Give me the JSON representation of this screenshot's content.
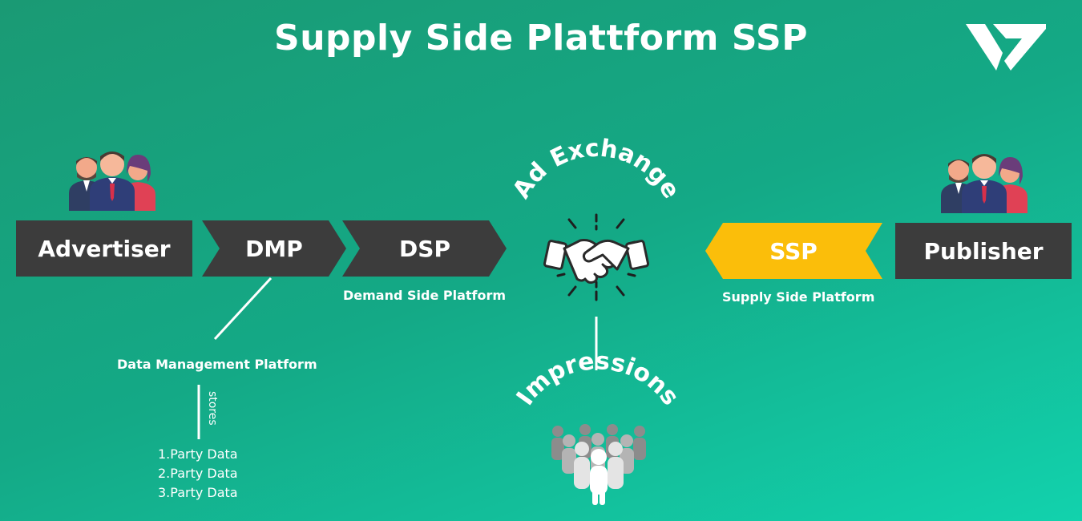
{
  "title": "Supply Side Plattform SSP",
  "colors": {
    "dark_box": "#3c3c3c",
    "ssp_box": "#fbbe0a",
    "white": "#ffffff"
  },
  "icons": {
    "logo": "diamond-y-logo-icon",
    "advertiser_people": "business-group-icon",
    "publisher_people": "business-group-icon",
    "handshake": "handshake-icon",
    "crowd": "crowd-icon"
  },
  "flow": {
    "advertiser": "Advertiser",
    "dmp": "DMP",
    "dsp": "DSP",
    "ssp": "SSP",
    "publisher": "Publisher"
  },
  "captions": {
    "dsp": "Demand Side Platform",
    "ssp": "Supply Side Platform",
    "dmp": "Data Management Platform"
  },
  "center": {
    "ad_exchange": "Ad Exchange",
    "impressions": "Impressions"
  },
  "dmp_detail": {
    "stores_label": "stores",
    "items": [
      "Party Data",
      "Party Data",
      "Party Data"
    ]
  }
}
